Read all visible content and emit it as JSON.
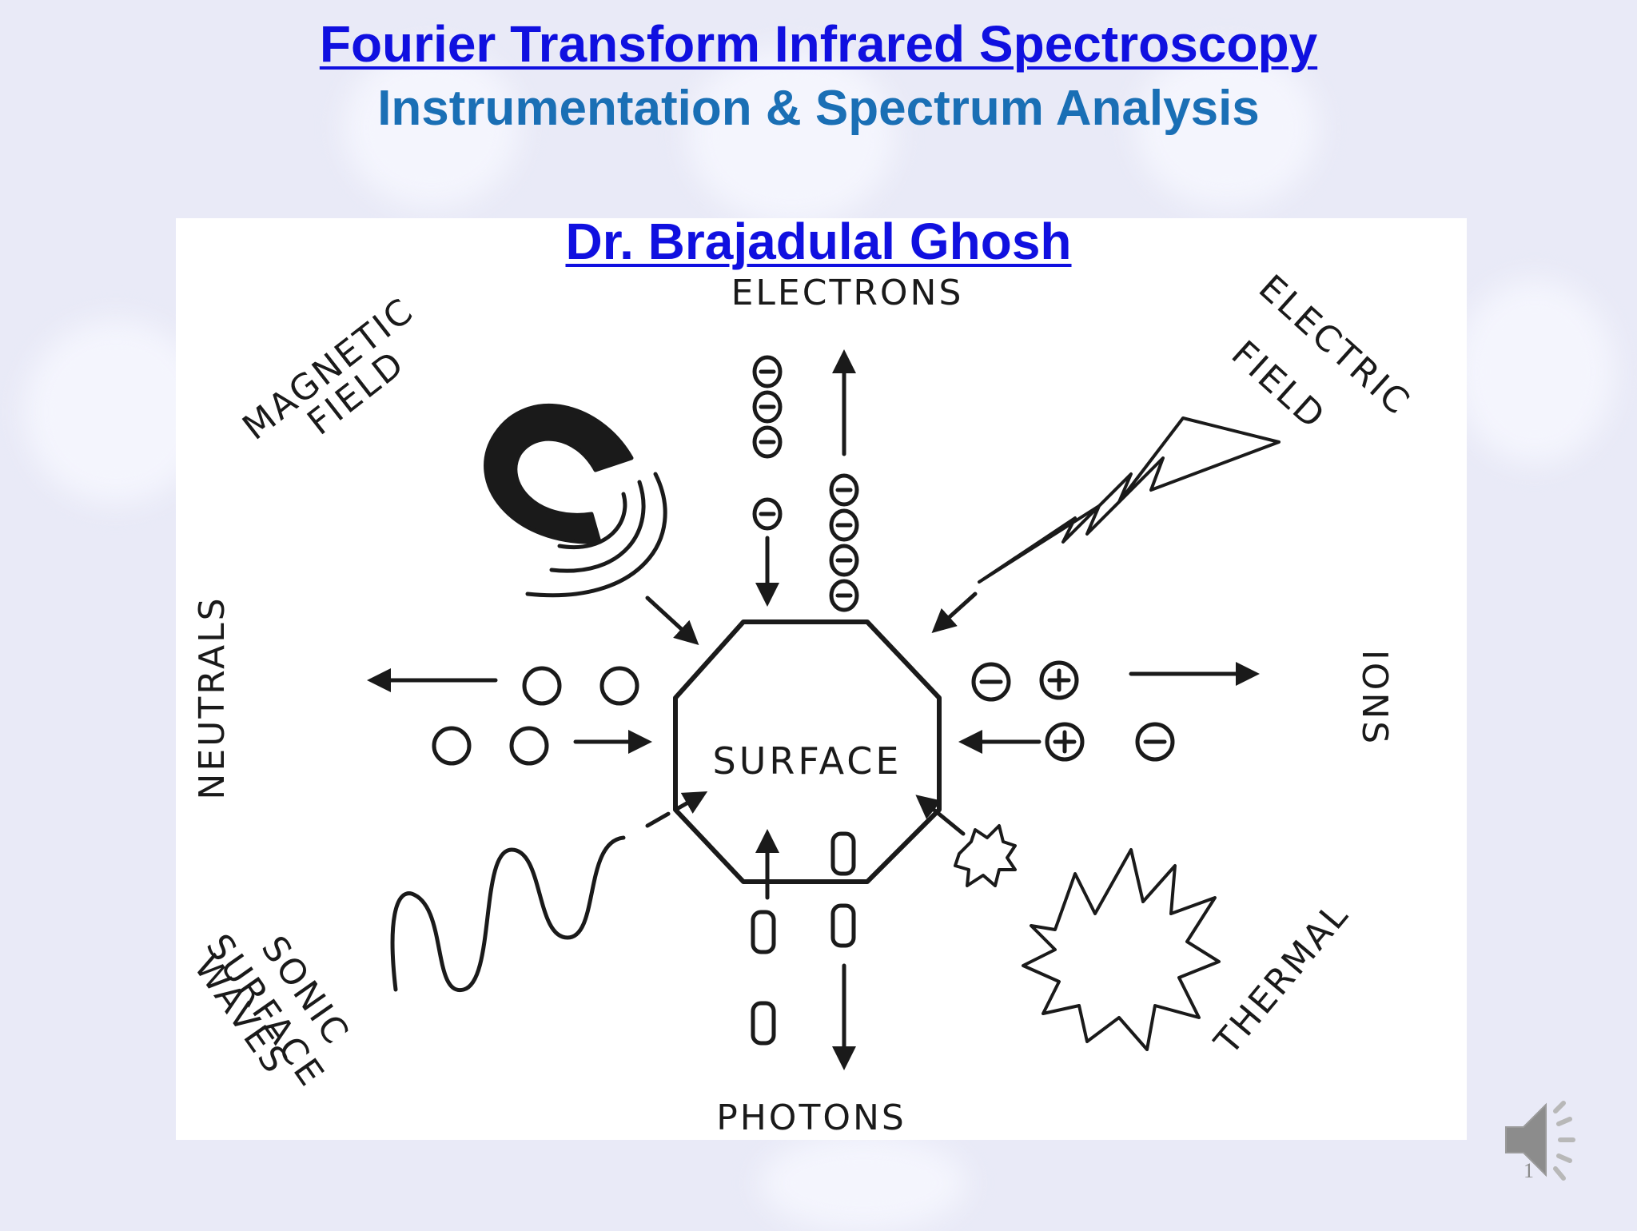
{
  "slide": {
    "title": "Fourier Transform Infrared Spectroscopy",
    "subtitle": "Instrumentation & Spectrum Analysis",
    "author": "Dr. Brajadulal Ghosh",
    "page_number": "1"
  },
  "diagram": {
    "center_label": "SURFACE",
    "labels": {
      "electrons": "ELECTRONS",
      "photons": "PHOTONS",
      "neutrals": "NEUTRALS",
      "ions": "IONS",
      "magnetic_1": "MAGNETIC",
      "magnetic_2": "FIELD",
      "electric_1": "ELECTRIC",
      "electric_2": "FIELD",
      "sonic_1": "SONIC",
      "sonic_2": "SURFACE",
      "sonic_3": "WAVES",
      "thermal": "THERMAL"
    }
  },
  "icons": {
    "speaker": "speaker-icon"
  },
  "colors": {
    "title": "#1010e0",
    "subtitle": "#1a6fb5",
    "background": "#e9eaf7"
  }
}
